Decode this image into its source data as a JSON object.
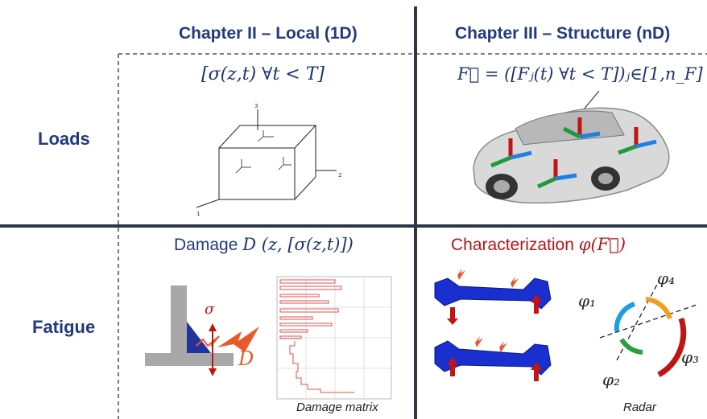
{
  "columns": {
    "local": "Chapter II – Local (1D)",
    "structure": "Chapter III – Structure (nD)"
  },
  "rows": {
    "loads": "Loads",
    "fatigue": "Fatigue"
  },
  "loads": {
    "local_formula": "[σ(z,t) ∀t < T]",
    "structure_formula": "F⃗ = ([Fⱼ(t) ∀t < T])ⱼ∈[1,n_F]",
    "cube_axes": [
      "1",
      "2",
      "3"
    ]
  },
  "fatigue": {
    "local_title_prefix": "Damage",
    "local_title_math": "D (z, [σ(z,t)])",
    "structure_title_prefix": "Characterization",
    "structure_title_math": "φ(F⃗)",
    "weld_labels": {
      "sigma": "σ",
      "damage": "D"
    },
    "damage_matrix_caption": "Damage matrix",
    "radar_caption": "Radar",
    "radar_labels": [
      "φ₁",
      "φ₂",
      "φ₃",
      "φ₄"
    ]
  },
  "colors": {
    "header_blue": "#233a7d",
    "damage_red": "#b3161a",
    "accent_orange": "#e85a2a",
    "part_blue": "#1a2fd0"
  }
}
